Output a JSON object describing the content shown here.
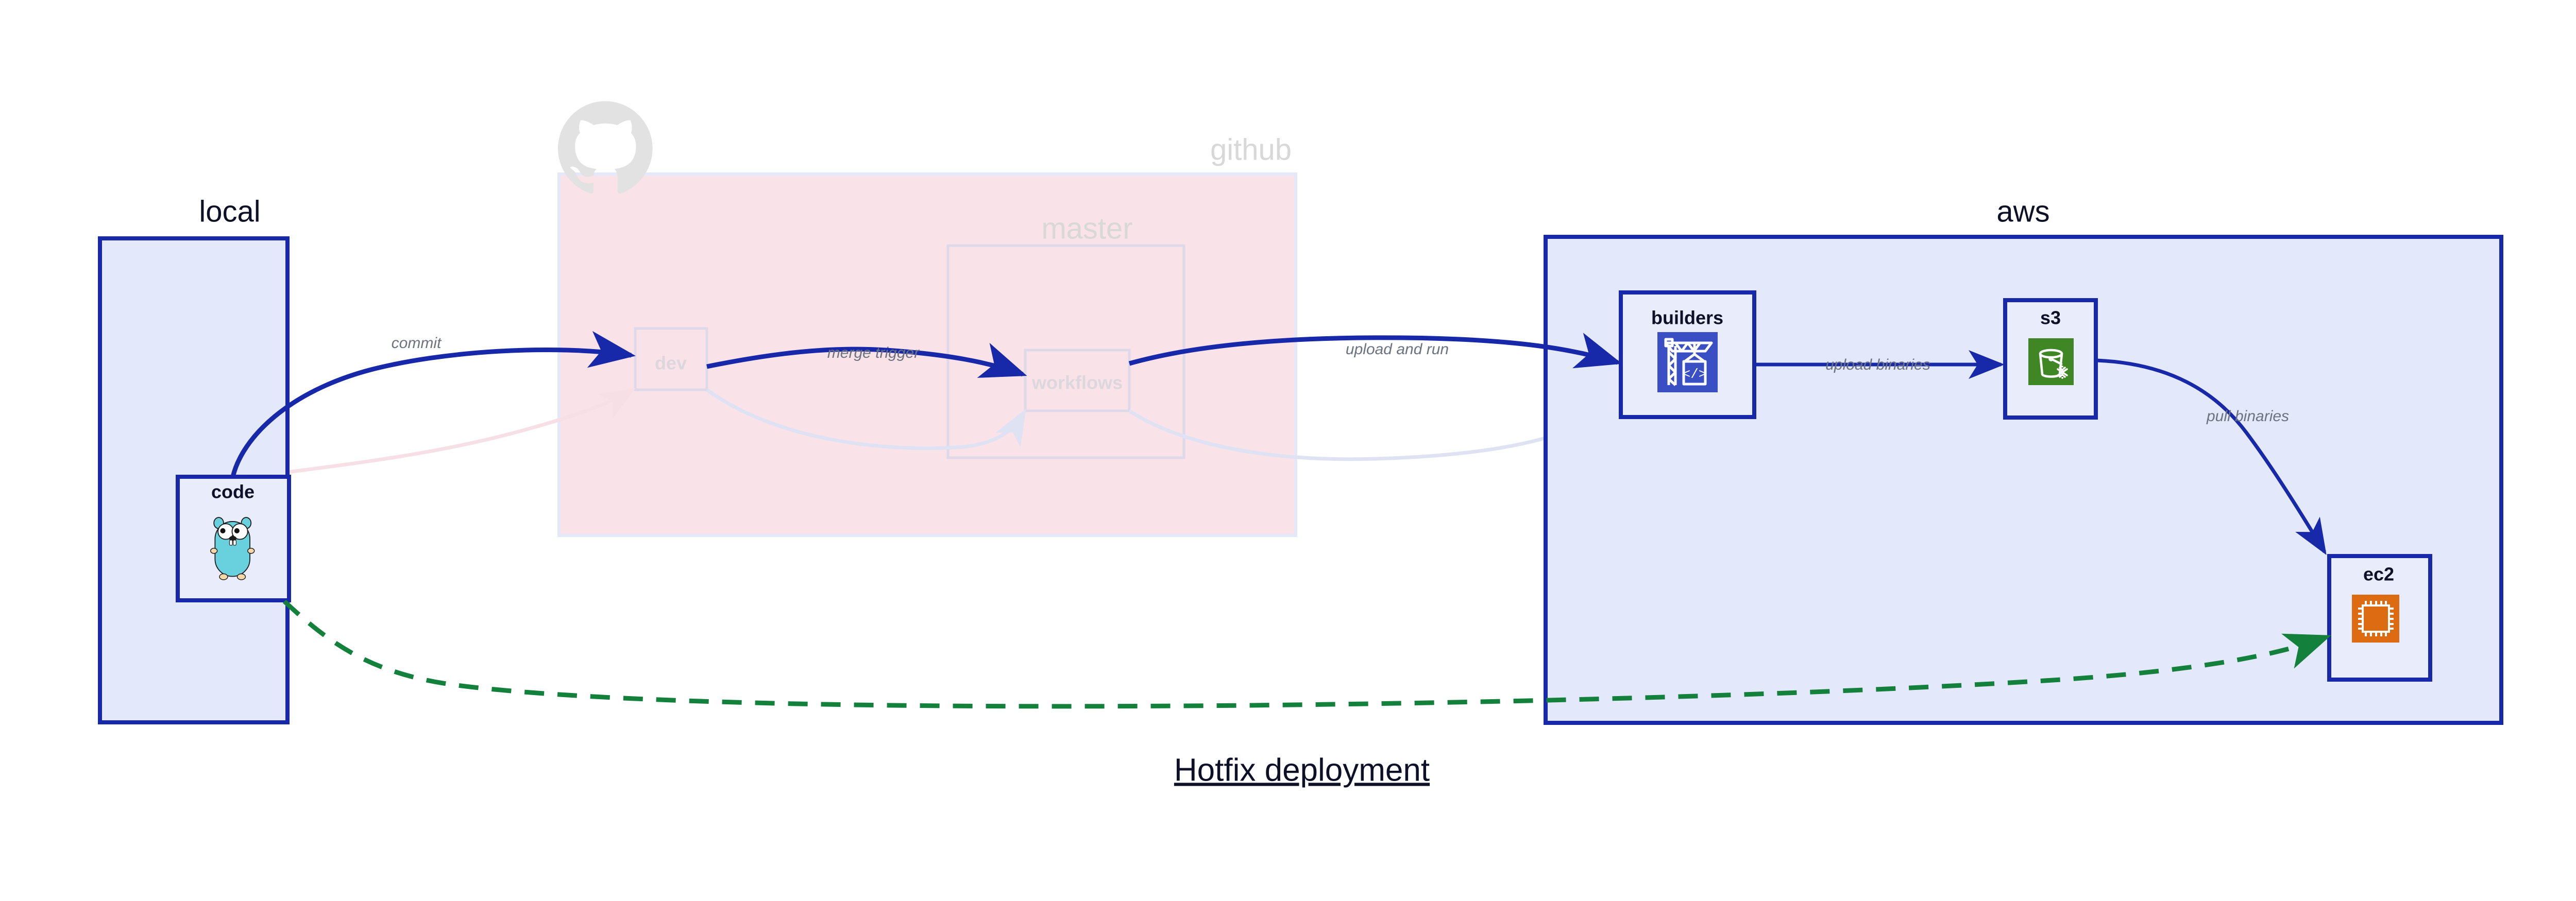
{
  "title": "Hotfix deployment",
  "colors": {
    "cluster_fill": "#e3e8fb",
    "cluster_stroke": "#1728a8",
    "node_fill": "#e9edfb",
    "github_fill": "#f9e3e9",
    "edge_blue": "#1728a8",
    "edge_green_dashed": "#13803c",
    "label_gray": "#6b7280",
    "title_color": "#0d1026",
    "builders_icon_bg": "#3b4fc4",
    "s3_icon_bg": "#3f8624",
    "ec2_icon_bg": "#dd6b12",
    "gopher_body": "#68d1dd"
  },
  "clusters": [
    {
      "id": "local",
      "label": "local",
      "dimmed": false
    },
    {
      "id": "github",
      "label": "github",
      "dimmed": true
    },
    {
      "id": "aws",
      "label": "aws",
      "dimmed": false
    }
  ],
  "subclusters": [
    {
      "id": "master",
      "label": "master",
      "parent": "github",
      "dimmed": true
    }
  ],
  "nodes": [
    {
      "id": "code",
      "label": "code",
      "cluster": "local",
      "icon": "go-gopher-icon",
      "dimmed": false
    },
    {
      "id": "dev",
      "label": "dev",
      "cluster": "github",
      "icon": null,
      "dimmed": true
    },
    {
      "id": "workflows",
      "label": "workflows",
      "cluster": "master",
      "icon": null,
      "dimmed": true
    },
    {
      "id": "builders",
      "label": "builders",
      "cluster": "aws",
      "icon": "aws-codebuild-crane-icon",
      "dimmed": false
    },
    {
      "id": "s3",
      "label": "s3",
      "cluster": "aws",
      "icon": "aws-s3-bucket-icon",
      "dimmed": false
    },
    {
      "id": "ec2",
      "label": "ec2",
      "cluster": "aws",
      "icon": "aws-ec2-chip-icon",
      "dimmed": false
    }
  ],
  "edges": [
    {
      "id": "e1",
      "from": "code",
      "to": "dev",
      "label": "commit",
      "style": "solid",
      "color": "#1728a8",
      "dimmed": false
    },
    {
      "id": "e2",
      "from": "dev",
      "to": "workflows",
      "label": "merge trigger",
      "style": "solid",
      "color": "#1728a8",
      "dimmed": false
    },
    {
      "id": "e3",
      "from": "workflows",
      "to": "builders",
      "label": "upload and run",
      "style": "solid",
      "color": "#1728a8",
      "dimmed": false
    },
    {
      "id": "e4",
      "from": "builders",
      "to": "s3",
      "label": "upload binaries",
      "style": "solid",
      "color": "#1728a8",
      "dimmed": false
    },
    {
      "id": "e5",
      "from": "s3",
      "to": "ec2",
      "label": "pull binaries",
      "style": "solid",
      "color": "#1728a8",
      "dimmed": false
    },
    {
      "id": "e6",
      "from": "code",
      "to": "ec2",
      "label": "",
      "style": "dashed",
      "color": "#13803c",
      "dimmed": false
    },
    {
      "id": "e7",
      "from": "code",
      "to": "dev",
      "label": "",
      "style": "solid",
      "color": "#f7dfe6",
      "dimmed": true
    },
    {
      "id": "e8",
      "from": "dev",
      "to": "workflows",
      "label": "",
      "style": "solid",
      "color": "#dfe2f3",
      "dimmed": true
    },
    {
      "id": "e9",
      "from": "workflows",
      "to": "builders",
      "label": "",
      "style": "solid",
      "color": "#dfe2f3",
      "dimmed": true
    }
  ],
  "icons": {
    "github_logo": "github-octocat-icon"
  }
}
